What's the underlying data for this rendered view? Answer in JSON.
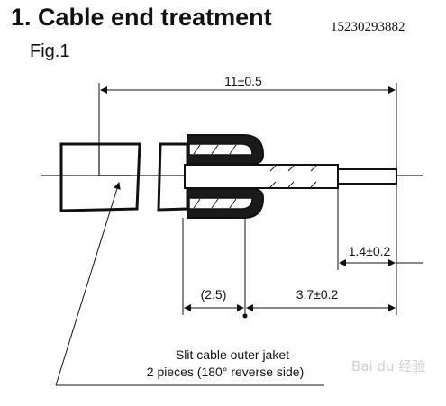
{
  "header": {
    "title": "1. Cable end treatment",
    "figure_label": "Fig.1",
    "phone": "15230293882"
  },
  "dimensions": {
    "overall": "11±0.5",
    "tip": "1.4±0.2",
    "jacket": "(2.5)",
    "body": "3.7±0.2"
  },
  "note": {
    "line1": "Slit cable outer jaket",
    "line2": "2 pieces (180° reverse side)"
  },
  "watermark": {
    "text": "Bai du 经验"
  }
}
